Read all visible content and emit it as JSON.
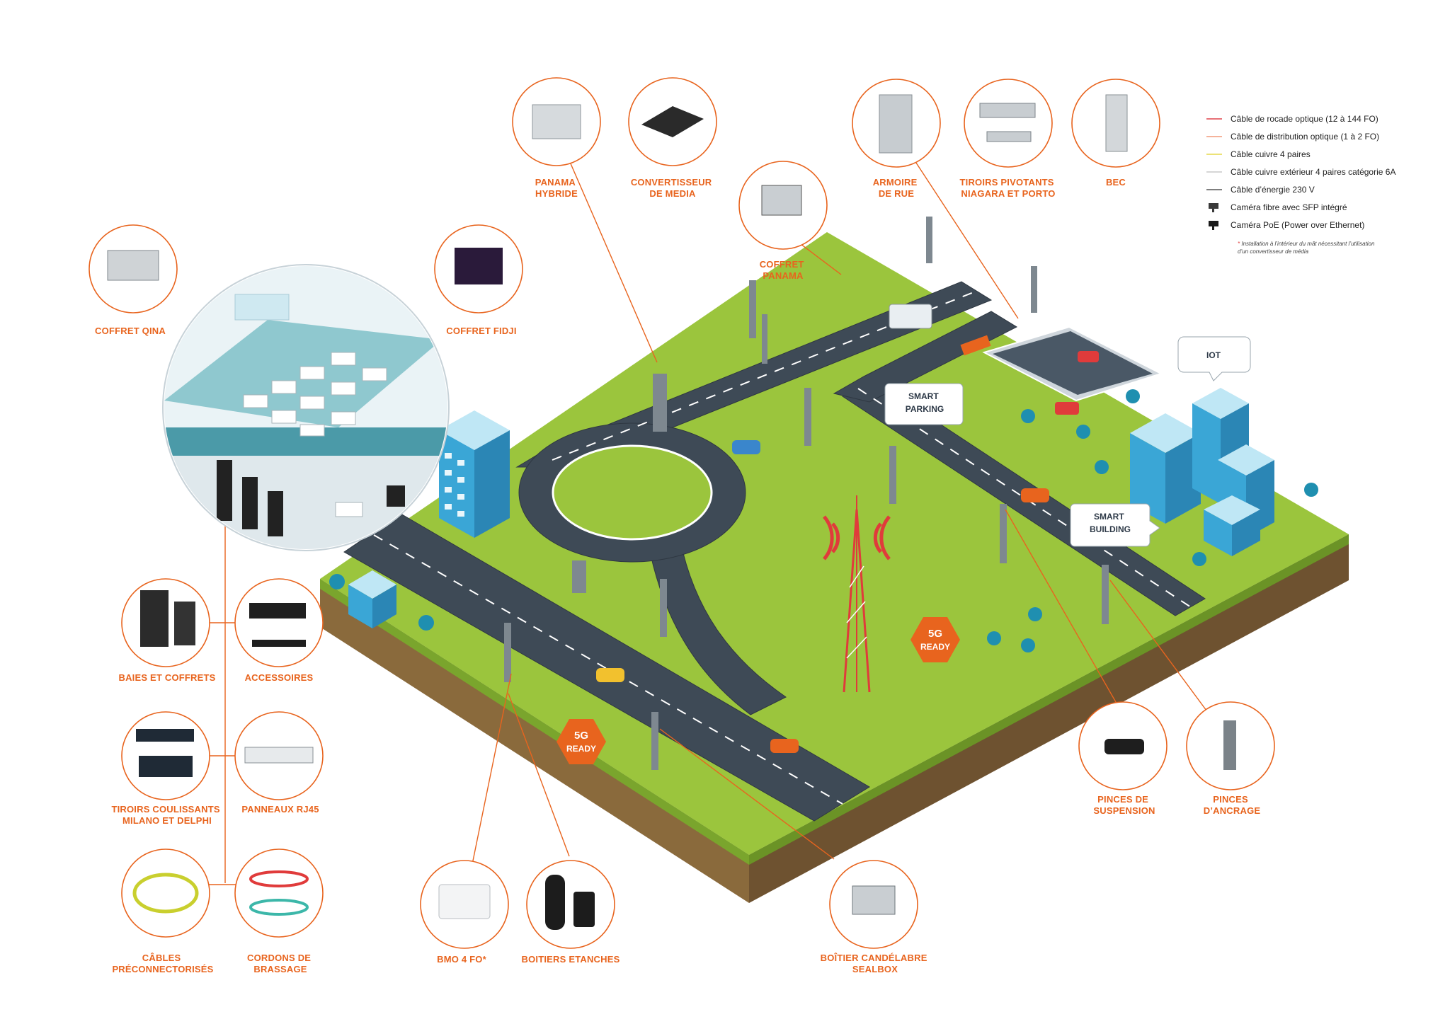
{
  "legend": [
    {
      "text": "Câble de rocade optique (12 à 144 FO)",
      "color": "#e0424a",
      "kind": "line"
    },
    {
      "text": "Câble de distribution optique (1 à 2 FO)",
      "color": "#f29a7a",
      "kind": "line"
    },
    {
      "text": "Câble cuivre 4 paires",
      "color": "#e6d84a",
      "kind": "line"
    },
    {
      "text": "Câble cuivre extérieur 4 paires catégorie 6A",
      "color": "#c8c8c8",
      "kind": "line"
    },
    {
      "text": "Câble d’énergie 230 V",
      "color": "#555555",
      "kind": "line"
    },
    {
      "text": "Caméra fibre avec SFP intégré",
      "color": "#3a3a3a",
      "kind": "camera-fibre-icon"
    },
    {
      "text": "Caméra PoE (Power over Ethernet)",
      "color": "#1a1a1a",
      "kind": "camera-poe-icon"
    }
  ],
  "legend_note_1": "Installation à l’intérieur du mât nécessitant l’utilisation",
  "legend_note_2": "d’un convertisseur de média",
  "products": {
    "panama_hybride": [
      "PANAMA",
      "HYBRIDE"
    ],
    "convertisseur": [
      "CONVERTISSEUR",
      "DE MEDIA"
    ],
    "coffret_panama": [
      "COFFRET",
      "PANAMA"
    ],
    "armoire": [
      "ARMOIRE",
      "DE RUE"
    ],
    "tiroirs_pivotants": [
      "TIROIRS PIVOTANTS",
      "NIAGARA ET PORTO"
    ],
    "bec": [
      "BEC"
    ],
    "coffret_qina": [
      "COFFRET QINA"
    ],
    "coffret_fidji": [
      "COFFRET FIDJI"
    ],
    "baies": [
      "BAIES ET COFFRETS"
    ],
    "accessoires": [
      "ACCESSOIRES"
    ],
    "tiroirs_coulissants": [
      "TIROIRS COULISSANTS",
      "MILANO ET DELPHI"
    ],
    "panneaux": [
      "PANNEAUX RJ45"
    ],
    "cables": [
      "CÂBLES",
      "PRÉCONNECTORISÉS"
    ],
    "cordons": [
      "CORDONS DE",
      "BRASSAGE"
    ],
    "bmo": [
      "BMO 4 FO*"
    ],
    "boitiers": [
      "BOITIERS ETANCHES"
    ],
    "sealbox": [
      "BOÎTIER CANDÉLABRE",
      "SEALBOX"
    ],
    "pinces_suspension": [
      "PINCES DE",
      "SUSPENSION"
    ],
    "pinces_ancrage": [
      "PINCES",
      "D’ANCRAGE"
    ]
  },
  "bubbles": {
    "iot": "IOT",
    "smart_parking": [
      "SMART",
      "PARKING"
    ],
    "smart_building": [
      "SMART",
      "BUILDING"
    ]
  },
  "badges": {
    "five_g_top": "5G",
    "ready": "READY"
  },
  "colors": {
    "accent": "#e8641e",
    "grass": "#9bc53d",
    "road": "#3e4a56",
    "soil": "#8a6a3c",
    "building": "#3aa6d6"
  }
}
